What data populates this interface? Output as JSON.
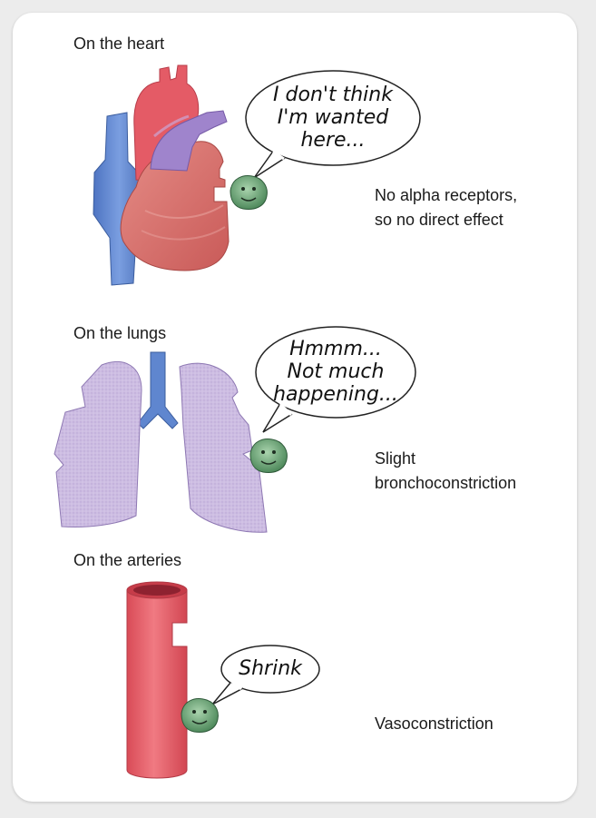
{
  "sections": [
    {
      "title": "On the heart",
      "speech": [
        "I don't think",
        "I'm wanted",
        "here..."
      ],
      "effect": [
        "No alpha receptors,",
        "so no direct effect"
      ]
    },
    {
      "title": "On the lungs",
      "speech": [
        "Hmmm...",
        "Not much",
        "happening..."
      ],
      "effect": [
        "Slight",
        "bronchoconstriction"
      ]
    },
    {
      "title": "On the arteries",
      "speech": [
        "Shrink"
      ],
      "effect": [
        "Vasoconstriction"
      ]
    }
  ],
  "colors": {
    "heart": "#d9706e",
    "vessel_blue": "#5f86cf",
    "aorta_red": "#e05a64",
    "pulmonary_purple": "#9d82c9",
    "lung": "#cbb9e0",
    "artery": "#e8606a",
    "face": "#6fa87a"
  }
}
